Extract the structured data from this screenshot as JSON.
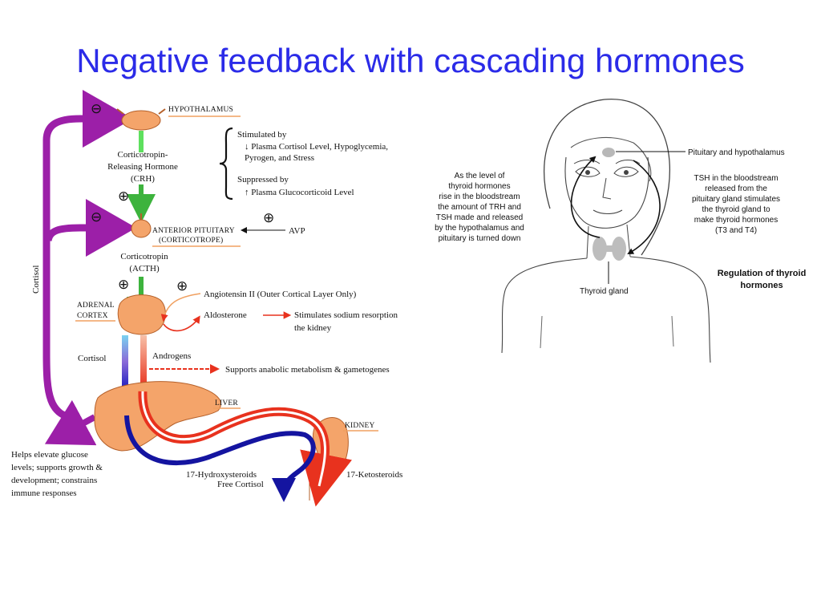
{
  "title": "Negative feedback with cascading hormones",
  "cortisol_diagram": {
    "hypothalamus_label": "HYPOTHALAMUS",
    "crh_label": [
      "Corticotropin-",
      "Releasing Hormone",
      "(CRH)"
    ],
    "stimulated_by": [
      "Stimulated by",
      "↓ Plasma Cortisol Level, Hypoglycemia,",
      "Pyrogen, and Stress"
    ],
    "suppressed_by": [
      "Suppressed by",
      "↑ Plasma Glucocorticoid Level"
    ],
    "anterior_pituitary_label": "ANTERIOR PITUITARY",
    "corticotrope_label": "(CORTICOTROPE)",
    "avp_label": "AVP",
    "acth_label": [
      "Corticotropin",
      "(ACTH)"
    ],
    "cortisol_side_label": "Cortisol",
    "adrenal_cortex_label": [
      "ADRENAL",
      "CORTEX"
    ],
    "angiotensin_label": "Angiotensin II (Outer Cortical Layer Only)",
    "aldosterone_label": "Aldosterone",
    "aldosterone_effect": [
      "Stimulates sodium resorption",
      "the kidney"
    ],
    "cortisol_label": "Cortisol",
    "androgens_label": "Androgens",
    "androgens_effect": "Supports anabolic metabolism & gametogenes",
    "liver_label": "LIVER",
    "kidney_label": "KIDNEY",
    "cortisol_effects": [
      "Helps elevate glucose",
      "levels; supports growth &",
      "development; constrains",
      "immune responses"
    ],
    "hydroxysteroids_label": "17-Hydroxysteroids",
    "free_cortisol_label": "Free Cortisol",
    "ketosteroids_label": "17-Ketosteroids",
    "minus_symbol": "⊖",
    "plus_symbol": "⊕"
  },
  "thyroid_diagram": {
    "pituitary_label": "Pituitary and hypothalamus",
    "left_text": [
      "As the level of",
      "thyroid hormones",
      "rise in the bloodstream",
      "the amount of TRH and",
      "TSH made and released",
      "by the hypothalamus and",
      "pituitary is turned down"
    ],
    "right_text": [
      "TSH in the bloodstream",
      "released from the",
      "pituitary gland stimulates",
      "the thyroid gland to",
      "make thyroid hormones",
      "(T3 and T4)"
    ],
    "thyroid_gland_label": "Thyroid gland",
    "caption": [
      "Regulation of thyroid",
      "hormones"
    ]
  },
  "colors": {
    "title": "#2b2be8",
    "feedback_arrow": "#9c1fa8",
    "stimulation_arrow": "#3db33d",
    "organ_fill": "#f4a46a",
    "organ_stroke": "#b5602a",
    "label_underline": "#f0a060",
    "red_arrow": "#e8321e",
    "blue_arrow": "#1414a0"
  }
}
